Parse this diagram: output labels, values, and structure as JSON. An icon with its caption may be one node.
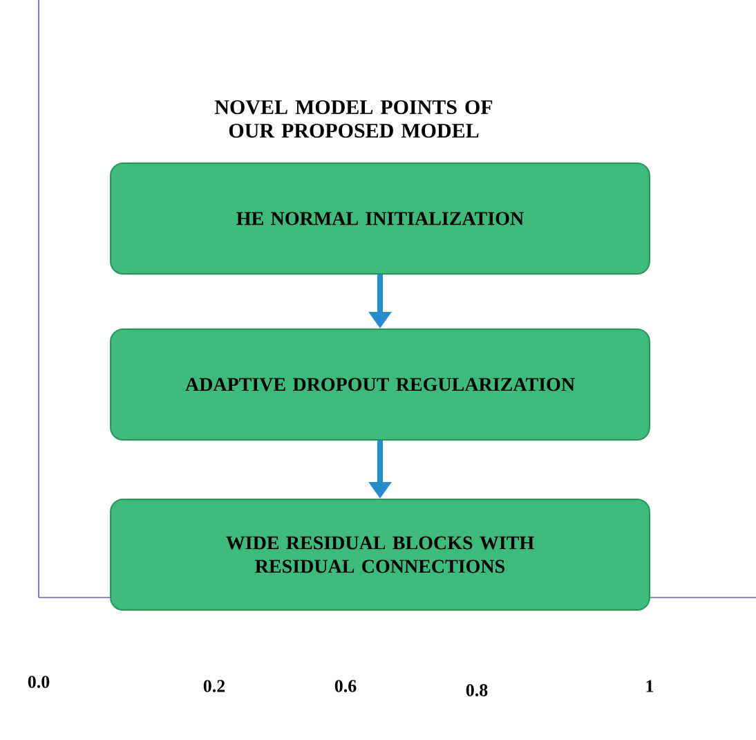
{
  "diagram": {
    "title": "NOVEL MODEL POINTS OF OUR PROPOSED MODEL",
    "nodes": [
      {
        "text": [
          "HE NORMAL INITIALIZATION"
        ]
      },
      {
        "text": [
          "ADAPTIVE DROPOUT REGULARIZATION"
        ]
      },
      {
        "text": [
          "WIDE RESIDUAL BLOCKS WITH RESIDUAL CONNECTIONS"
        ]
      }
    ],
    "edges": [
      {
        "from": 0,
        "to": 1,
        "arrow": "to"
      },
      {
        "from": 1,
        "to": 2,
        "arrow": "to"
      }
    ],
    "labels": [
      "0.0",
      "0.2",
      "0.6",
      "0.8",
      "1"
    ]
  }
}
